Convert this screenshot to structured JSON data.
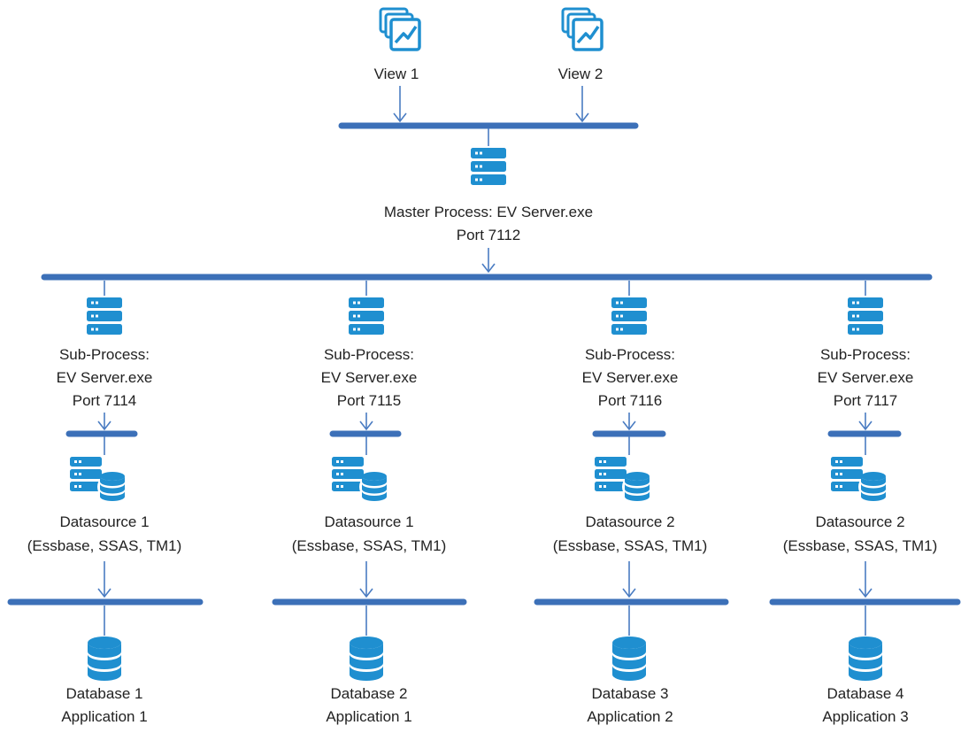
{
  "colors": {
    "accent": "#1f8fd0",
    "bar": "#3c70b8",
    "connector": "#4a7cc2",
    "text": "#222222"
  },
  "views": [
    {
      "label": "View 1",
      "icon": "chart-window-icon"
    },
    {
      "label": "View 2",
      "icon": "chart-window-icon"
    }
  ],
  "master": {
    "title": "Master Process: EV Server.exe",
    "port": "Port 7112",
    "icon": "server-icon"
  },
  "columns": [
    {
      "sub_title": "Sub-Process:",
      "sub_exe": "EV Server.exe",
      "sub_port": "Port 7114",
      "datasource": "Datasource 1",
      "datasource_types": "(Essbase, SSAS, TM1)",
      "database": "Database 1",
      "application": "Application 1"
    },
    {
      "sub_title": "Sub-Process:",
      "sub_exe": "EV Server.exe",
      "sub_port": "Port 7115",
      "datasource": "Datasource 1",
      "datasource_types": "(Essbase, SSAS, TM1)",
      "database": "Database 2",
      "application": "Application 1"
    },
    {
      "sub_title": "Sub-Process:",
      "sub_exe": "EV Server.exe",
      "sub_port": "Port 7116",
      "datasource": "Datasource 2",
      "datasource_types": "(Essbase, SSAS, TM1)",
      "database": "Database 3",
      "application": "Application 2"
    },
    {
      "sub_title": "Sub-Process:",
      "sub_exe": "EV Server.exe",
      "sub_port": "Port 7117",
      "datasource": "Datasource 2",
      "datasource_types": "(Essbase, SSAS, TM1)",
      "database": "Database 4",
      "application": "Application 3"
    }
  ]
}
